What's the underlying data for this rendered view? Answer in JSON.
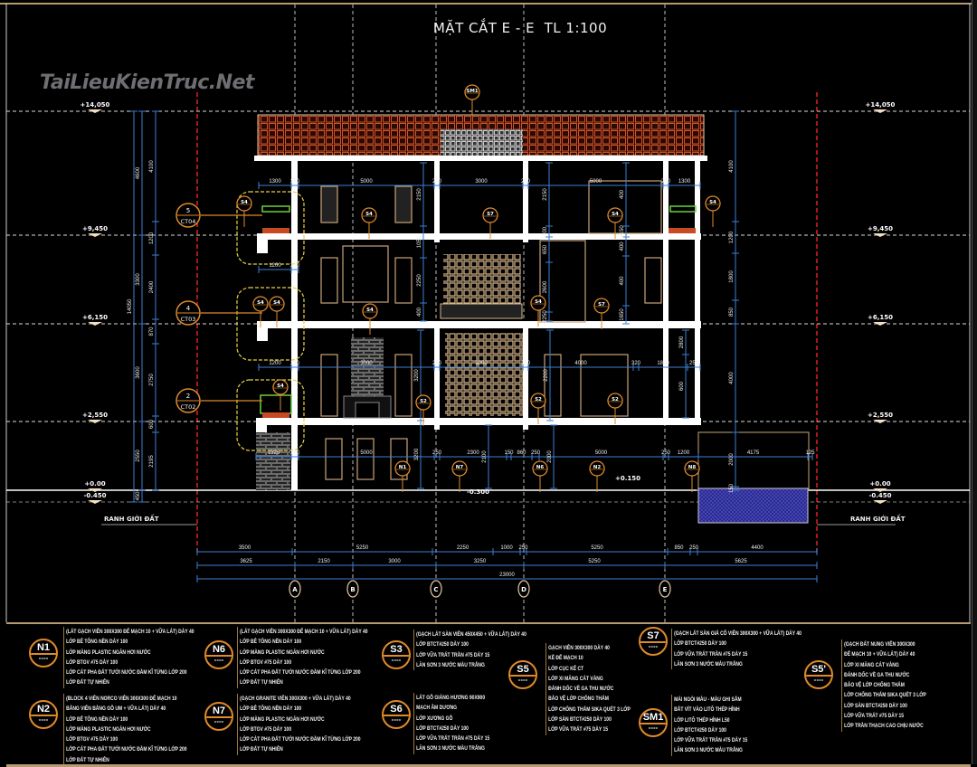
{
  "title": "MẶT CẮT E - E",
  "scale": "TL 1:100",
  "watermark": "TaiLieuKienTruc.Net",
  "colors": {
    "background": "#000000",
    "dimension": "#3d7fd6",
    "tag": "#e08a2a",
    "axis_red": "#e02020",
    "roof_tile": "#c8461e",
    "frame": "#b89a70",
    "pool": "#3a3ab0",
    "wall": "#ffffff",
    "trim": "#c8a47a"
  },
  "levels": [
    "+14,050",
    "+9,450",
    "+6,150",
    "+2,550",
    "+0.00",
    "-0.450"
  ],
  "extra_levels": [
    "+0.150",
    "-0.300"
  ],
  "boundary_label": "RANH GIỚI ĐẤT",
  "grid_axes": [
    "A",
    "B",
    "C",
    "D",
    "E"
  ],
  "bottom_dims": {
    "row1": [
      "3500",
      "5250",
      "2250",
      "1000",
      "250",
      "5250",
      "850",
      "250",
      "4400"
    ],
    "row2": [
      "3625",
      "2150",
      "3000",
      "3250",
      "5250",
      "5625"
    ],
    "total": "23000"
  },
  "left_dims": {
    "overall": "14050",
    "col1": [
      "4600",
      "3300",
      "3600",
      "2550",
      "450"
    ],
    "col2": [
      "4100",
      "1200",
      "2400",
      "870",
      "2750",
      "600",
      "2195"
    ]
  },
  "right_dims": [
    "4100",
    "1200",
    "1800",
    "850",
    "4000",
    "2000",
    "150"
  ],
  "floor_dims": {
    "roof": [
      "1300",
      "250",
      "5000",
      "250",
      "3000",
      "250",
      "5000",
      "250",
      "1300"
    ],
    "floor3": [
      "1200",
      "250"
    ],
    "floor2": [
      "1200",
      "250",
      "3000",
      "250",
      "3000",
      "250",
      "4000",
      "320",
      "1800",
      "250"
    ],
    "floor1": [
      "1325",
      "250",
      "5000",
      "250",
      "2300",
      "150",
      "860",
      "250",
      "5000",
      "250",
      "1200",
      "4175",
      "125"
    ]
  },
  "vertical_inner_dims": [
    "2150",
    "1050",
    "2250",
    "400",
    "2150",
    "400",
    "650",
    "2600",
    "2250",
    "400",
    "2150",
    "400",
    "400",
    "1650",
    "650",
    "3200",
    "3200",
    "2200",
    "2800",
    "600",
    "2100",
    "2000",
    "2250",
    "400",
    "2400",
    "200"
  ],
  "section_callouts": [
    {
      "num": "5",
      "sheet": "CT04"
    },
    {
      "num": "4",
      "sheet": "CT03"
    },
    {
      "num": "2",
      "sheet": "CT02"
    }
  ],
  "material_tags": [
    "SM1",
    "S4",
    "S7",
    "S4",
    "S4",
    "S4",
    "S4",
    "S4",
    "S7",
    "S4",
    "S4",
    "S2",
    "S2",
    "S2",
    "N1",
    "N7",
    "N6",
    "N2",
    "N8",
    "S4"
  ],
  "legend": [
    {
      "code": "N1",
      "sub": "----",
      "lines": [
        "(LÁT GẠCH VIÊN 300X300 ĐỂ MẠCH 10 + VỮA LÁT) DÀY 40",
        "LỚP BÊ TÔNG NỀN DÀY 100",
        "LỚP MÀNG PLASTIC NGĂN HƠI NƯỚC",
        "LỚP BTGV #75 DÀY 100",
        "LỚP CÁT PHA ĐẤT TƯỚI NƯỚC ĐẦM KĨ TỪNG LỚP 200",
        "LỚP ĐẤT TỰ NHIÊN"
      ]
    },
    {
      "code": "N2",
      "sub": "----",
      "lines": [
        "(BLOCK 4 VIÊN NORCO VIÊN 300X300 ĐỂ MẠCH 10",
        "BẰNG VIÊN BẰNG GỖ UM + VỮA LÁT) DÀY 40",
        "LỚP BÊ TÔNG NỀN DÀY 100",
        "LỚP MÀNG PLASTIC NGĂN HƠI NƯỚC",
        "LỚP BTGV #75 DÀY 100",
        "LỚP CÁT PHA ĐẤT TƯỚI NƯỚC ĐẦM KĨ TỪNG LỚP 200",
        "LỚP ĐẤT TỰ NHIÊN"
      ]
    },
    {
      "code": "N6",
      "sub": "----",
      "lines": [
        "(LÁT GẠCH VIÊN 300X300 ĐỂ MẠCH 10 + VỮA LÁT) DÀY 40",
        "LỚP BÊ TÔNG NỀN DÀY 100",
        "LỚP MÀNG PLASTIC NGĂN HƠI NƯỚC",
        "LỚP BTGV #75 DÀY 100",
        "LỚP CÁT PHA ĐẤT TƯỚI NƯỚC ĐẦM KĨ TỪNG LỚP 200",
        "LỚP ĐẤT TỰ NHIÊN"
      ]
    },
    {
      "code": "N7",
      "sub": "----",
      "lines": [
        "(GẠCH GRANITE VIÊN 300X300 + VỮA LÁT) DÀY 40",
        "LỚP BÊ TÔNG NỀN DÀY 100",
        "LỚP MÀNG PLASTIC NGĂN HƠI NƯỚC",
        "LỚP BTGV #75 DÀY 100",
        "LỚP CÁT PHA ĐẤT TƯỚI NƯỚC ĐẦM KĨ TỪNG LỚP 200",
        "LỚP ĐẤT TỰ NHIÊN"
      ]
    },
    {
      "code": "S3",
      "sub": "----",
      "lines": [
        "(GẠCH LÁT SÀN VIÊN 450X450 + VỮA LÁT) DÀY 40",
        "LỚP BTCT#250 DÀY 100",
        "LỚP VỮA TRÁT TRẦN #75 DÀY 15",
        "LĂN SƠN 3 NƯỚC MÀU TRẮNG"
      ]
    },
    {
      "code": "S6",
      "sub": "----",
      "lines": [
        "LÁT GỖ GIÁNG HƯƠNG 90X900",
        "MẠCH ÂM DƯƠNG",
        "LỚP XƯƠNG GỖ",
        "LỚP BTCT#250 DÀY 100",
        "LỚP VỮA TRÁT TRẦN #75 DÀY 15",
        "LĂN SƠN 3 NƯỚC MÀU TRẮNG"
      ]
    },
    {
      "code": "S5",
      "sub": "----",
      "lines": [
        "GẠCH VIÊN 300X300 DÀY 40",
        "KẺ ĐỂ MẠCH 10",
        "LỚP CỤC KÊ CT",
        "LỚP XI MĂNG CÁT VÀNG",
        "ĐÁNH DỐC VỀ GA THU NƯỚC",
        "BẢO VỆ LỚP CHỐNG THẤM",
        "LỚP CHỐNG THẤM SIKA QUÉT 3 LỚP",
        "LỚP SÀN BTCT#250 DÀY 100",
        "LỚP VỮA TRÁT #75 DÀY 15"
      ]
    },
    {
      "code": "S7",
      "sub": "----",
      "lines": [
        "(GẠCH LÁT SÀN GIẢ CỔ VIÊN 300X300 + VỮA LÁT) DÀY 40",
        "LỚP BTCT#250 DÀY 100",
        "LỚP VỮA TRÁT TRẦN #75 DÀY 15",
        "LĂN SƠN 3 NƯỚC MÀU TRẮNG"
      ]
    },
    {
      "code": "SM1",
      "sub": "----",
      "lines": [
        "MÁI NGÓI MÀU - MÀU GHI SẪM",
        "BẮT VÍT VÀO LITÔ THÉP HÌNH",
        "LỚP LITÔ THÉP HÌNH L50",
        "LỚP BTCT#250 DÀY 100",
        "LỚP VỮA TRÁT TRẦN #75 DÀY 15",
        "LĂN SƠN 3 NƯỚC MÀU TRẮNG"
      ]
    },
    {
      "code": "S5'",
      "sub": "----",
      "lines": [
        "(GẠCH ĐẤT NUNG VIÊN 300X300",
        "ĐỂ MẠCH 10 + VỮA LÁT) DÀY 40",
        "LỚP XI MĂNG CÁT VÀNG",
        "ĐÁNH DỐC VỀ GA THU NƯỚC",
        "BẢO VỆ LỚP CHỐNG THẤM",
        "LỚP CHỐNG THẤM SIKA QUÉT 3 LỚP",
        "LỚP SÀN BTCT#250 DÀY 100",
        "LỚP VỮA TRÁT #75 DÀY 15",
        "LỚP TRẦN THẠCH CAO CHỊU NƯỚC"
      ]
    }
  ]
}
